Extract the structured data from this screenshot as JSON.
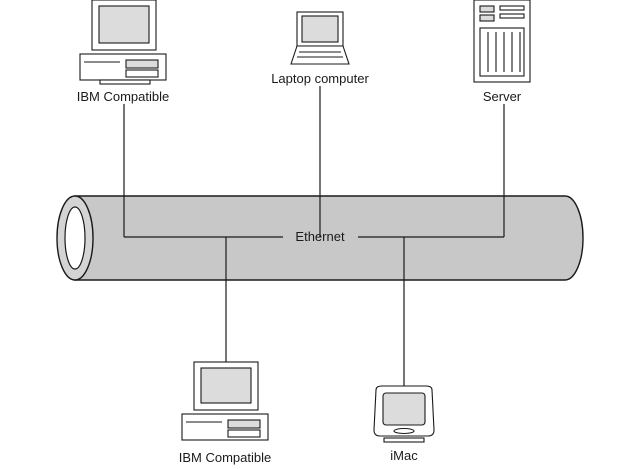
{
  "diagram": {
    "bus_label": "Ethernet",
    "nodes": {
      "ibm_top": {
        "label": "IBM Compatible",
        "icon": "desktop-pc-icon"
      },
      "laptop": {
        "label": "Laptop computer",
        "icon": "laptop-icon"
      },
      "server": {
        "label": "Server",
        "icon": "server-tower-icon"
      },
      "ibm_bottom": {
        "label": "IBM Compatible",
        "icon": "desktop-pc-icon"
      },
      "imac": {
        "label": "iMac",
        "icon": "imac-icon"
      }
    },
    "colors": {
      "bus_fill": "#c8c8c8",
      "line": "#1a1a1a",
      "screen": "#dcdcdc"
    }
  }
}
